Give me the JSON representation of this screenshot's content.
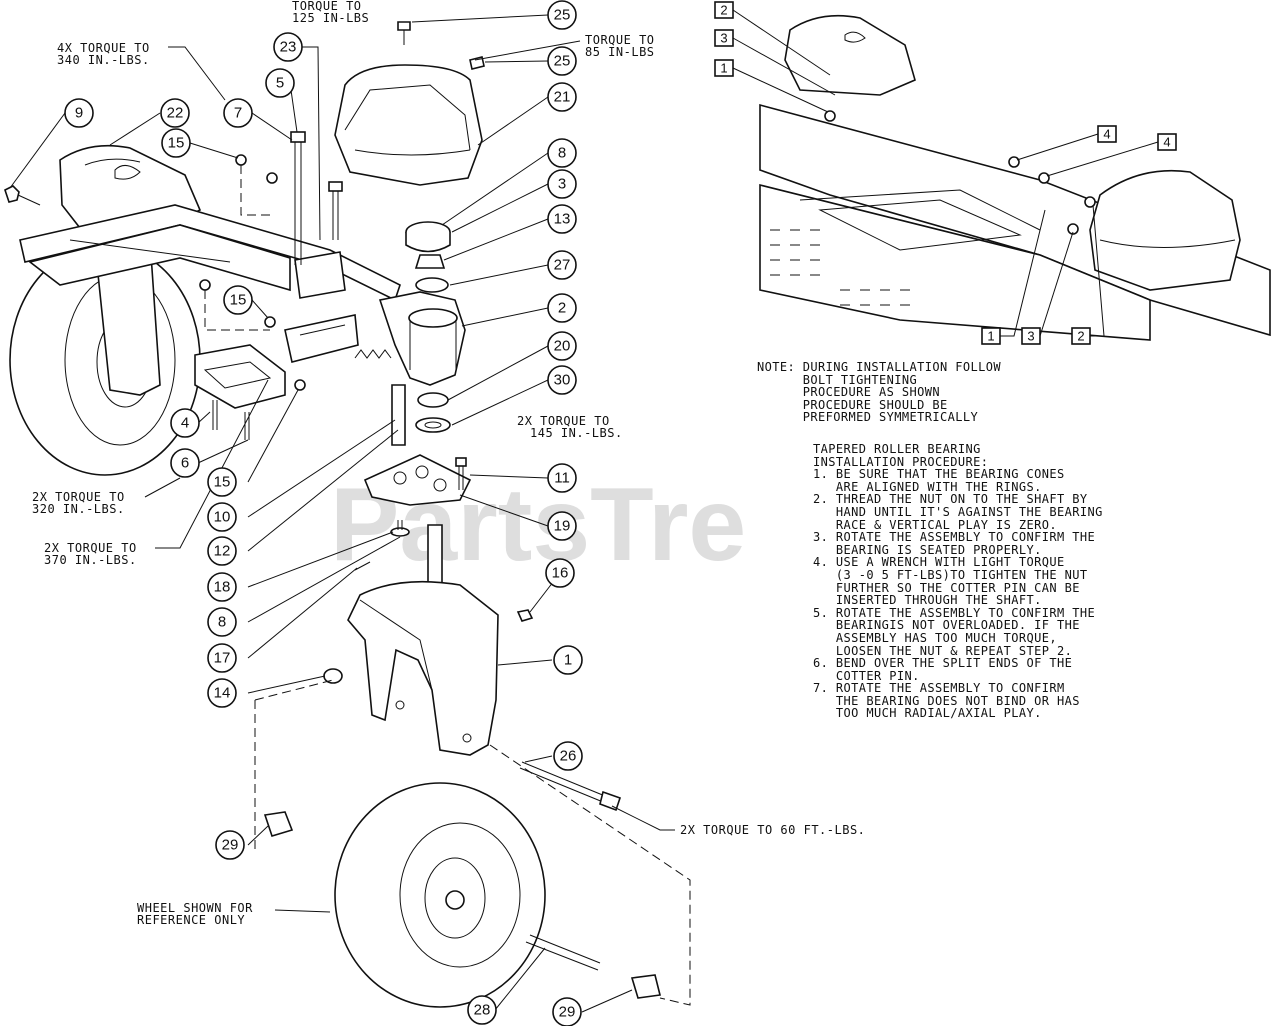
{
  "watermark": "PartsTre",
  "notes": {
    "note": "NOTE: DURING INSTALLATION FOLLOW\n      BOLT TIGHTENING\n      PROCEDURE AS SHOWN\n      PROCEDURE SHOULD BE\n      PREFORMED SYMMETRICALLY",
    "procedure": "TAPERED ROLLER BEARING\nINSTALLATION PROCEDURE:\n1. BE SURE THAT THE BEARING CONES\n   ARE ALIGNED WITH THE RINGS.\n2. THREAD THE NUT ON TO THE SHAFT BY\n   HAND UNTIL IT'S AGAINST THE BEARING\n   RACE & VERTICAL PLAY IS ZERO.\n3. ROTATE THE ASSEMBLY TO CONFIRM THE\n   BEARING IS SEATED PROPERLY.\n4. USE A WRENCH WITH LIGHT TORQUE\n   (3 -0 5 FT-LBS)TO TIGHTEN THE NUT\n   FURTHER SO THE COTTER PIN CAN BE\n   INSERTED THROUGH THE SHAFT.\n5. ROTATE THE ASSEMBLY TO CONFIRM THE\n   BEARINGIS NOT OVERLOADED. IF THE\n   ASSEMBLY HAS TOO MUCH TORQUE,\n   LOOSEN THE NUT & REPEAT STEP 2.\n6. BEND OVER THE SPLIT ENDS OF THE\n   COTTER PIN.\n7. ROTATE THE ASSEMBLY TO CONFIRM\n   THE BEARING DOES NOT BIND OR HAS\n   TOO MUCH RADIAL/AXIAL PLAY."
  },
  "torque_labels": {
    "t125": [
      "TORQUE TO",
      "125 IN-LBS"
    ],
    "t85": [
      "TORQUE TO",
      "85 IN-LBS"
    ],
    "t340": [
      "4X TORQUE TO",
      "340 IN.-LBS."
    ],
    "t145": [
      "2X TORQUE TO",
      "145 IN.-LBS."
    ],
    "t320": [
      "2X TORQUE TO",
      "320 IN.-LBS."
    ],
    "t370": [
      "2X TORQUE TO",
      "370 IN.-LBS."
    ],
    "t60": [
      "2X TORQUE TO 60 FT.-LBS."
    ],
    "wheel": [
      "WHEEL SHOWN FOR",
      "REFERENCE ONLY"
    ]
  },
  "callouts": [
    "25",
    "25",
    "23",
    "5",
    "7",
    "9",
    "22",
    "15",
    "21",
    "8",
    "3",
    "13",
    "27",
    "2",
    "15",
    "20",
    "30",
    "4",
    "6",
    "15",
    "11",
    "10",
    "19",
    "12",
    "18",
    "8",
    "16",
    "17",
    "1",
    "14",
    "26",
    "29",
    "28",
    "29"
  ],
  "box_callouts": [
    "2",
    "3",
    "1",
    "4",
    "4",
    "1",
    "3",
    "2"
  ]
}
